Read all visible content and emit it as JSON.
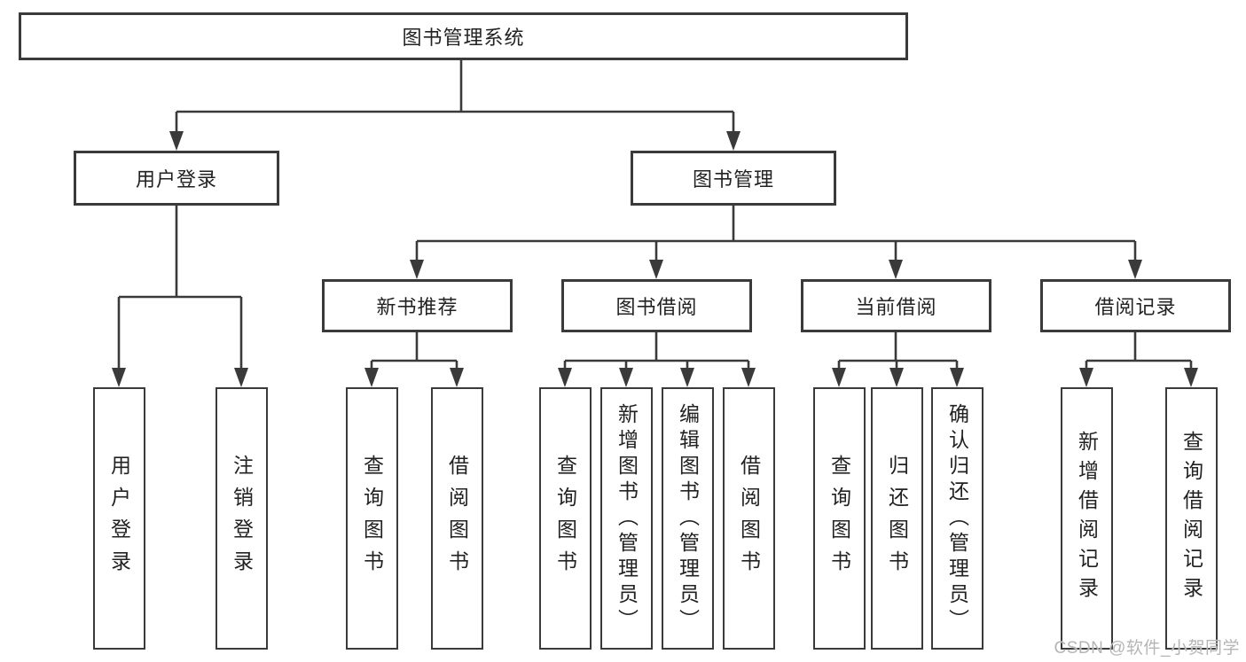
{
  "diagram": {
    "type": "hierarchy-tree",
    "root": "图书管理系统",
    "level2": [
      {
        "label": "用户登录",
        "children": [
          "用户登录",
          "注销登录"
        ]
      },
      {
        "label": "图书管理",
        "children": [
          "新书推荐",
          "图书借阅",
          "当前借阅",
          "借阅记录"
        ]
      }
    ],
    "level3": [
      {
        "label": "新书推荐",
        "children": [
          "查询图书",
          "借阅图书"
        ]
      },
      {
        "label": "图书借阅",
        "children": [
          "查询图书",
          "新增图书（管理员）",
          "编辑图书（管理员）",
          "借阅图书"
        ]
      },
      {
        "label": "当前借阅",
        "children": [
          "查询图书",
          "归还图书",
          "确认归还（管理员）"
        ]
      },
      {
        "label": "借阅记录",
        "children": [
          "新增借阅记录",
          "查询借阅记录"
        ]
      }
    ]
  },
  "watermark": {
    "text": "CSDN @软件_小贺同学"
  },
  "colors": {
    "background": "#ffffff",
    "box_border": "#3a3a3a",
    "connector_line": "#3a3a3a",
    "text": "#222222",
    "watermark": "#b5b5b5"
  }
}
